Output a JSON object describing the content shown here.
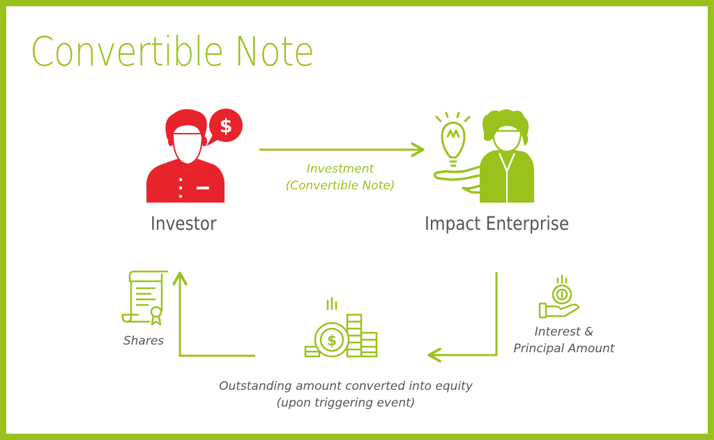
{
  "title": "Convertible Note",
  "nodes": {
    "investor": {
      "label": "Investor"
    },
    "enterprise": {
      "label": "Impact Enterprise"
    }
  },
  "edges": {
    "investment": {
      "line1": "Investment",
      "line2": "(Convertible Note)"
    },
    "interest": {
      "line1": "Interest &",
      "line2": "Principal Amount"
    },
    "conversion": {
      "line1": "Outstanding amount converted into equity",
      "line2": "(upon triggering event)"
    },
    "shares": {
      "label": "Shares"
    }
  },
  "icons": {
    "investor": "investor-icon",
    "dollar_bubble": "dollar-speech-bubble-icon",
    "enterprise": "enterprise-person-icon",
    "lightbulb": "lightbulb-icon",
    "hand_coin": "hand-coin-icon",
    "coin_stacks": "coin-stacks-icon",
    "certificate": "share-certificate-icon"
  },
  "colors": {
    "accent": "#99c21c",
    "investor_red": "#e8232b",
    "text_gray": "#555555"
  }
}
